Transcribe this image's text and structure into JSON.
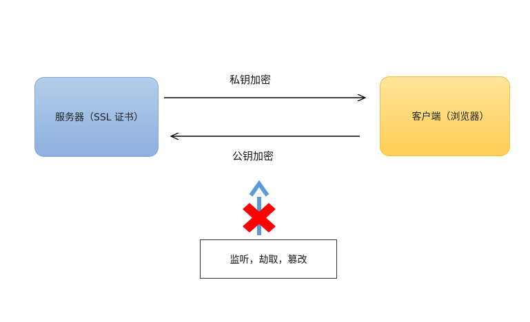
{
  "diagram": {
    "server_label": "服务器（SSL 证书）",
    "client_label": "客户端（浏览器）",
    "private_key_label": "私钥加密",
    "public_key_label": "公钥加密",
    "attack_label": "监听，劫取，篡改"
  },
  "colors": {
    "server_fill": "#9dbde4",
    "client_fill": "#ffd96e",
    "blocked_arrow": "#5b9bd5",
    "block_mark": "#ff0000",
    "line": "#000000"
  },
  "icons": {
    "block": "cross-mark-icon"
  }
}
